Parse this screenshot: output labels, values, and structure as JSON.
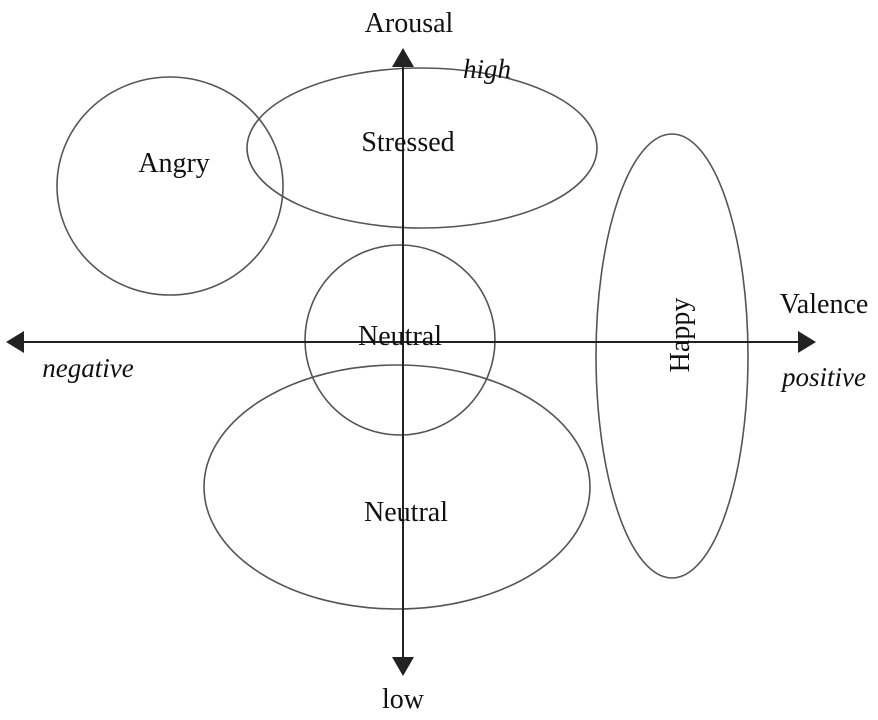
{
  "axes": {
    "vertical": {
      "name": "Arousal",
      "high_label": "high",
      "low_label": "low"
    },
    "horizontal": {
      "name": "Valence",
      "negative_label": "negative",
      "positive_label": "positive"
    }
  },
  "regions": {
    "angry": "Angry",
    "stressed": "Stressed",
    "neutral_center": "Neutral",
    "neutral_low": "Neutral",
    "happy": "Happy"
  },
  "colors": {
    "line": "#555555",
    "axis": "#222222",
    "text": "#111111"
  }
}
